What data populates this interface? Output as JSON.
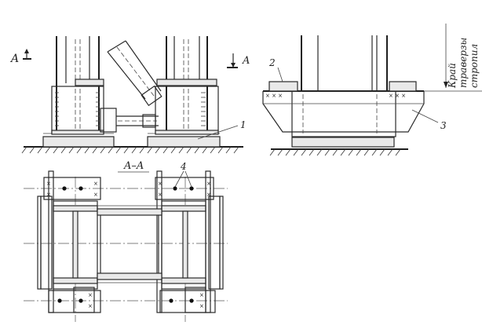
{
  "labels": {
    "section_mark_left": "A",
    "section_mark_right": "A",
    "section_title": "A–A",
    "callout_1": "1",
    "callout_2": "2",
    "callout_3": "3",
    "callout_4": "4",
    "vertical_note_line1": "Край",
    "vertical_note_line2": "траверзы",
    "vertical_note_line3": "стропил"
  },
  "colors": {
    "ink": "#2a2a2a",
    "paper": "#ffffff",
    "fill": "#e9e9e9"
  }
}
